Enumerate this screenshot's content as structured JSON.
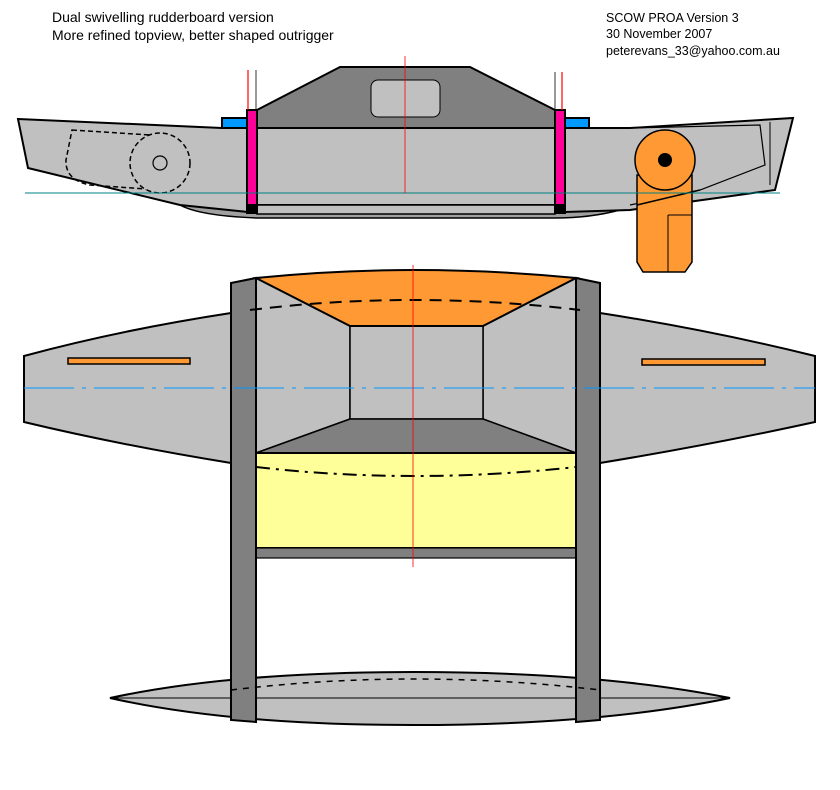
{
  "header": {
    "line1": "Dual swivelling rudderboard version",
    "line2": "More refined topview, better shaped outrigger"
  },
  "info": {
    "title": "SCOW PROA Version 3",
    "date": "30 November 2007",
    "email": "peterevans_33@yahoo.com.au"
  },
  "colors": {
    "hull": "#c0c0c0",
    "dark": "#808080",
    "orange": "#ff9933",
    "pink": "#ff0099",
    "blue": "#0099ff",
    "yellow": "#ffff99",
    "waterline": "#008080"
  }
}
